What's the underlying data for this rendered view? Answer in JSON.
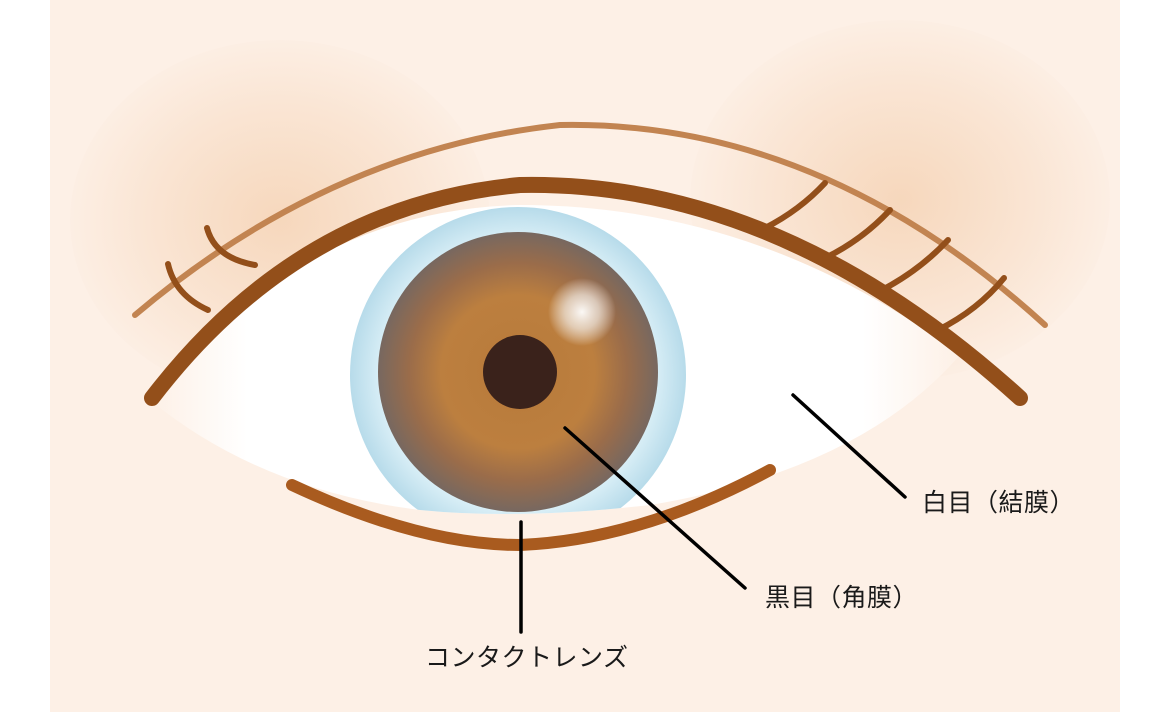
{
  "diagram": {
    "subject": "eye with contact lens",
    "labels": {
      "sclera": "白目（結膜）",
      "cornea": "黒目（角膜）",
      "contact_lens": "コンタクトレンズ"
    },
    "colors": {
      "background": "#fdf0e6",
      "skin_shadow": "#f6d6ba",
      "eyelid_line": "#934f1a",
      "lower_lid": "#a95b1f",
      "crease_line": "#c28451",
      "sclera": "#ffffff",
      "lens": "#c4e2ee",
      "iris_outer": "#7a6a62",
      "iris_inner": "#bb7e3e",
      "pupil": "#3a221b",
      "leader_line": "#000000"
    }
  }
}
